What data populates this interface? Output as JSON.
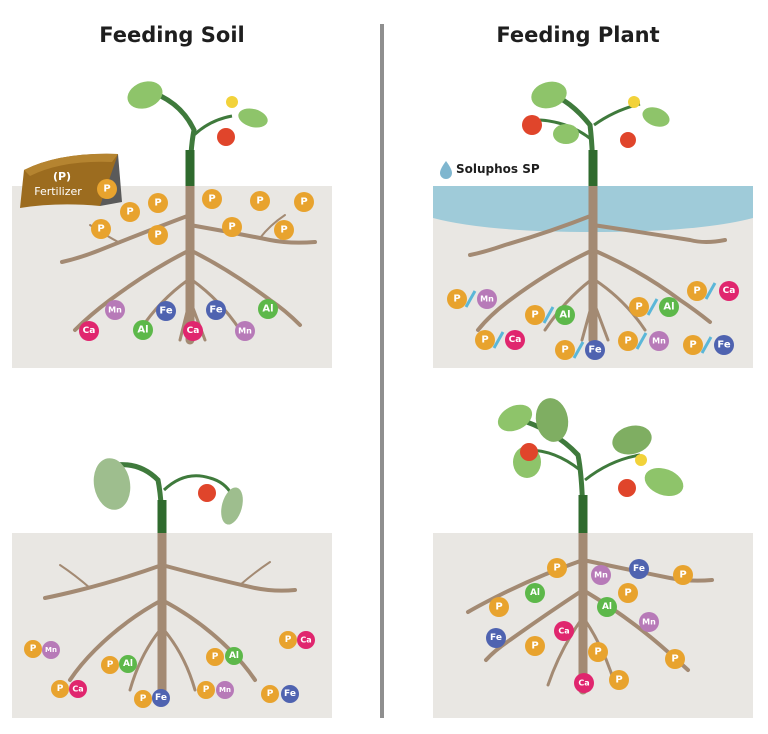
{
  "titles": {
    "left": "Feeding Soil",
    "right": "Feeding Plant"
  },
  "fertilizer": {
    "line1": "(P)",
    "line2": "Fertilizer"
  },
  "soluphos": {
    "label": "Soluphos SP"
  },
  "nutrients": {
    "P": "P",
    "Mn": "Mn",
    "Fe": "Fe",
    "Al": "Al",
    "Ca": "Ca"
  },
  "colors": {
    "P": "#e8a32e",
    "Mn": "#b77ab8",
    "Fe": "#4f63b0",
    "Al": "#5db84a",
    "Ca": "#e0266e",
    "soil": "#e9e7e3",
    "root": "#a38a73",
    "stem": "#3f7a3c",
    "leaf": "#8ec46a",
    "tomato": "#e0452b",
    "water": "#9fcbd9",
    "divider": "#8f8f8f",
    "fertilizer_bag": "#9c6c1f"
  },
  "icons": [
    "fertilizer-bag-icon",
    "water-drop-icon",
    "tomato-plant-icon",
    "flower-icon",
    "slash-divider-icon"
  ]
}
